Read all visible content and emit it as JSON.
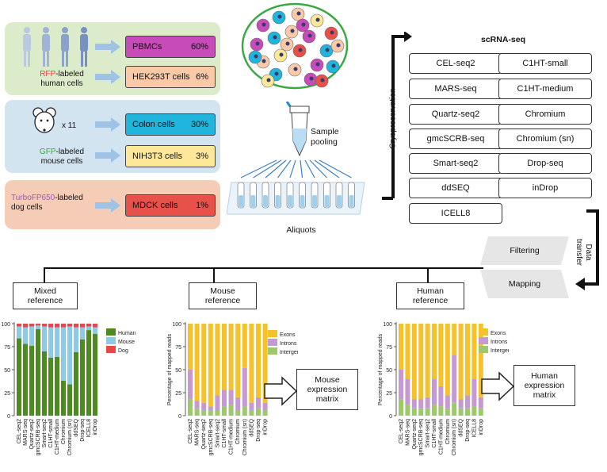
{
  "left_panel": {
    "human": {
      "label_colored": "RFP",
      "label_rest": "-labeled",
      "label_line2": "human cells",
      "label_color": "#e8413c",
      "panel_color": "#dcebc9"
    },
    "mouse": {
      "count": "x 11",
      "label_colored": "GFP",
      "label_rest": "-labeled",
      "label_line2": "mouse cells",
      "label_color": "#3aa843",
      "panel_color": "#d3e4f1"
    },
    "dog": {
      "label_colored": "TurboFP650",
      "label_rest": "-labeled",
      "label_line2": "dog cells",
      "label_color": "#9b59b6",
      "panel_color": "#f5cdb7"
    },
    "cells": [
      {
        "name": "PBMCs",
        "pct": "60%",
        "color": "#c74bb8"
      },
      {
        "name": "HEK293T cells",
        "pct": "6%",
        "color": "#f9c9a8"
      },
      {
        "name": "Colon cells",
        "pct": "30%",
        "color": "#1fb5dd"
      },
      {
        "name": "NIH3T3 cells",
        "pct": "3%",
        "color": "#fde89a"
      },
      {
        "name": "MDCK cells",
        "pct": "1%",
        "color": "#e8504a"
      }
    ]
  },
  "center": {
    "sample_pooling": [
      "Sample",
      "pooling"
    ],
    "aliquots": "Aliquots"
  },
  "scrna": {
    "title": "scRNA-seq",
    "side_label": "Cryopreservation",
    "methods_left": [
      "CEL-seq2",
      "MARS-seq",
      "Quartz-seq2",
      "gmcSCRB-seq",
      "Smart-seq2",
      "ddSEQ",
      "ICELL8"
    ],
    "methods_right": [
      "C1HT-small",
      "C1HT-medium",
      "Chromium",
      "Chromium (sn)",
      "Drop-seq",
      "inDrop"
    ]
  },
  "pipeline": {
    "filtering": "Filtering",
    "mapping": "Mapping",
    "data_transfer": [
      "Data",
      "transfer"
    ]
  },
  "references": {
    "mixed": [
      "Mixed",
      "reference"
    ],
    "mouse": [
      "Mouse",
      "reference"
    ],
    "human": [
      "Human",
      "reference"
    ]
  },
  "matrices": {
    "mouse": [
      "Mouse",
      "expression",
      "matrix"
    ],
    "human": [
      "Human",
      "expression",
      "matrix"
    ]
  },
  "chart_data": [
    {
      "type": "bar",
      "stacked": true,
      "title": "",
      "ylabel": "",
      "ylim": [
        0,
        100
      ],
      "yticks": [
        0,
        25,
        50,
        75,
        100
      ],
      "categories": [
        "CEL-seq2",
        "MARS-seq",
        "Quartz-seq2",
        "gmcSCRB-seq",
        "Smart-seq2",
        "C1HT-small",
        "C1HT-medium",
        "Chromium",
        "Chromium (sn)",
        "ddSEQ",
        "Drop-seq",
        "ICELL8",
        "inDrop"
      ],
      "series": [
        {
          "name": "Human",
          "color": "#4e8a21",
          "values": [
            84,
            78,
            76,
            94,
            70,
            63,
            64,
            38,
            34,
            69,
            83,
            93,
            89
          ]
        },
        {
          "name": "Mouse",
          "color": "#8ecae8",
          "values": [
            13,
            18,
            21,
            4,
            27,
            33,
            32,
            58,
            63,
            27,
            13,
            4,
            7
          ]
        },
        {
          "name": "Dog",
          "color": "#e8474a",
          "values": [
            3,
            4,
            3,
            2,
            3,
            4,
            4,
            4,
            3,
            4,
            4,
            3,
            4
          ]
        }
      ]
    },
    {
      "type": "bar",
      "stacked": true,
      "title": "",
      "ylabel": "Percentage of mapped reads",
      "ylim": [
        0,
        100
      ],
      "yticks": [
        0,
        25,
        50,
        75,
        100
      ],
      "categories": [
        "CEL-seq2",
        "MARS-seq",
        "Quartz-seq2",
        "gmcSCRB-seq",
        "Smart-seq2",
        "C1HT-small",
        "C1HT-medium",
        "Chromium",
        "Chromium (sn)",
        "ddSEQ",
        "Drop-seq",
        "inDrop"
      ],
      "series": [
        {
          "name": "Intergenic",
          "color": "#9dc96b",
          "values": [
            18,
            8,
            6,
            6,
            6,
            10,
            12,
            6,
            10,
            6,
            8,
            6
          ]
        },
        {
          "name": "Introns",
          "color": "#c59ad3",
          "values": [
            32,
            8,
            8,
            4,
            16,
            18,
            16,
            14,
            42,
            8,
            12,
            8
          ]
        },
        {
          "name": "Exons",
          "color": "#f5c22b",
          "values": [
            50,
            84,
            86,
            90,
            78,
            72,
            72,
            80,
            48,
            86,
            80,
            86
          ]
        }
      ]
    },
    {
      "type": "bar",
      "stacked": true,
      "title": "",
      "ylabel": "Percentage of mapped reads",
      "ylim": [
        0,
        100
      ],
      "yticks": [
        0,
        25,
        50,
        75,
        100
      ],
      "categories": [
        "CEL-seq2",
        "MARS-seq",
        "Quartz-seq2",
        "gmcSCRB-seq",
        "Smart-seq2",
        "C1HT-small",
        "C1HT-medium",
        "Chromium",
        "Chromium (sn)",
        "ddSEQ",
        "Drop-seq",
        "ICELL8",
        "inDrop"
      ],
      "series": [
        {
          "name": "Intergenic",
          "color": "#9dc96b",
          "values": [
            18,
            12,
            8,
            8,
            8,
            12,
            10,
            8,
            14,
            8,
            8,
            10,
            8
          ]
        },
        {
          "name": "Introns",
          "color": "#c59ad3",
          "values": [
            32,
            28,
            10,
            10,
            12,
            28,
            22,
            14,
            52,
            10,
            14,
            30,
            12
          ]
        },
        {
          "name": "Exons",
          "color": "#f5c22b",
          "values": [
            50,
            60,
            82,
            82,
            80,
            60,
            68,
            78,
            34,
            82,
            78,
            60,
            80
          ]
        }
      ]
    }
  ]
}
